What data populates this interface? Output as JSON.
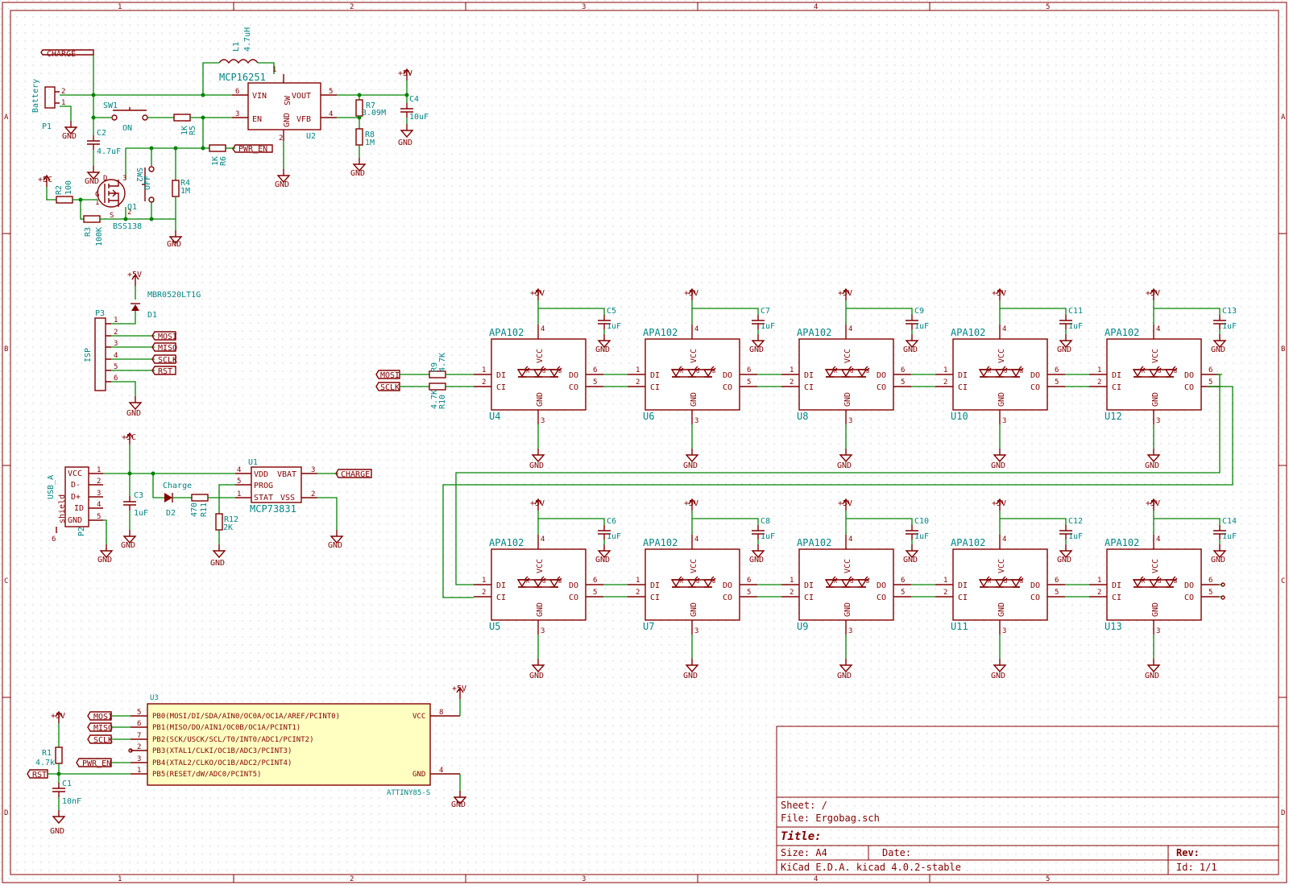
{
  "frame": {
    "cols": [
      "1",
      "2",
      "3",
      "4",
      "5"
    ],
    "rows": [
      "A",
      "B",
      "C",
      "D"
    ]
  },
  "title_block": {
    "sheet": "Sheet: /",
    "file": "File: Ergobag.sch",
    "title": "Title:",
    "size": "Size: A4",
    "date": "Date:",
    "rev": "Rev:",
    "tool": "KiCad E.D.A.  kicad 4.0.2-stable",
    "id": "Id: 1/1"
  },
  "nets": {
    "charge": "CHARGE",
    "pwr_en": "PWR_EN",
    "mosi": "MOSI",
    "miso": "MISO",
    "sclk": "SCLK",
    "rst": "RST",
    "gnd": "GND",
    "p5v": "+5V",
    "p5c": "+5C"
  },
  "power": {
    "battery": "Battery",
    "p1": "P1",
    "u2_ref": "U2",
    "u2_val": "MCP16251",
    "u2_pins": [
      "VIN",
      "SW",
      "VOUT",
      "EN",
      "GND",
      "VFB"
    ],
    "l1": "L1",
    "l1_val": "4.7uH",
    "sw1": "SW1",
    "sw1_on": "ON",
    "r5": "R5",
    "r5_val": "1K",
    "r6": "R6",
    "r6_val": "1K",
    "c2": "C2",
    "c2_val": "4.7uF",
    "sw2": "SW2",
    "sw2_off": "OFF",
    "r4": "R4",
    "r4_val": "1M",
    "r2": "R2",
    "r2_val": "100",
    "r3": "R3",
    "r3_val": "100K",
    "q1": "Q1",
    "q1_val": "BSS138",
    "r7": "R7",
    "r7_val": "3.09M",
    "r8": "R8",
    "r8_val": "1M",
    "c4": "C4",
    "c4_val": "10uF"
  },
  "isp": {
    "d1": "D1",
    "d1_val": "MBR0520LT1G",
    "p3": "P3",
    "p3_val": "ISP",
    "pins": [
      "1",
      "2",
      "3",
      "4",
      "5",
      "6"
    ]
  },
  "usb": {
    "p2": "P2",
    "p2_val": "USB_A",
    "shield": "shield",
    "pins": [
      "VCC",
      "D-",
      "D+",
      "ID",
      "GND"
    ],
    "c3": "C3",
    "c3_val": "1uF",
    "d2": "D2",
    "d2_val": "Charge",
    "r11": "R11",
    "r11_val": "470",
    "r12": "R12",
    "r12_val": "2K",
    "u1": "U1",
    "u1_val": "MCP73831",
    "u1_pins": [
      "VDD",
      "VBAT",
      "PROG",
      "STAT",
      "VSS"
    ]
  },
  "mcu": {
    "u3": "U3",
    "value": "ATTINY85-S",
    "pins": [
      "PB0(MOSI/DI/SDA/AIN0/OC0A/OC1A/AREF/PCINT0)",
      "PB1(MISO/DO/AIN1/OC0B/OC1A/PCINT1)",
      "PB2(SCK/USCK/SCL/T0/INT0/ADC1/PCINT2)",
      "PB3(XTAL1/CLKI/OC1B/ADC3/PCINT3)",
      "PB4(XTAL2/CLKO/OC1B/ADC2/PCINT4)",
      "PB5(RESET/dW/ADC0/PCINT5)"
    ],
    "vcc": "VCC",
    "gnd_pin": "GND",
    "r1": "R1",
    "r1_val": "4.7k",
    "c1": "C1",
    "c1_val": "10nF"
  },
  "leds": {
    "value": "APA102",
    "series_r": {
      "r9": "R9",
      "r9_val": "4.7K",
      "r10": "R10",
      "r10_val": "4.7K"
    },
    "pins": {
      "di": "DI",
      "ci": "CI",
      "do": "DO",
      "co": "CO",
      "vcc": "VCC",
      "gnd": "GND"
    },
    "colors": [
      "R",
      "G",
      "B"
    ],
    "top_row": [
      {
        "ref": "U4",
        "cap": "C5",
        "cap_val": "1uF"
      },
      {
        "ref": "U6",
        "cap": "C7",
        "cap_val": "1uF"
      },
      {
        "ref": "U8",
        "cap": "C9",
        "cap_val": "1uF"
      },
      {
        "ref": "U10",
        "cap": "C11",
        "cap_val": "1uF"
      },
      {
        "ref": "U12",
        "cap": "C13",
        "cap_val": "1uF"
      }
    ],
    "bottom_row": [
      {
        "ref": "U5",
        "cap": "C6",
        "cap_val": "1uF"
      },
      {
        "ref": "U7",
        "cap": "C8",
        "cap_val": "1uF"
      },
      {
        "ref": "U9",
        "cap": "C10",
        "cap_val": "1uF"
      },
      {
        "ref": "U11",
        "cap": "C12",
        "cap_val": "1uF"
      },
      {
        "ref": "U13",
        "cap": "C14",
        "cap_val": "1uF"
      }
    ]
  },
  "colors": {
    "wire": "#008400",
    "component": "#840000",
    "value_text": "#008484",
    "ic_fill": "#ffffc2"
  }
}
